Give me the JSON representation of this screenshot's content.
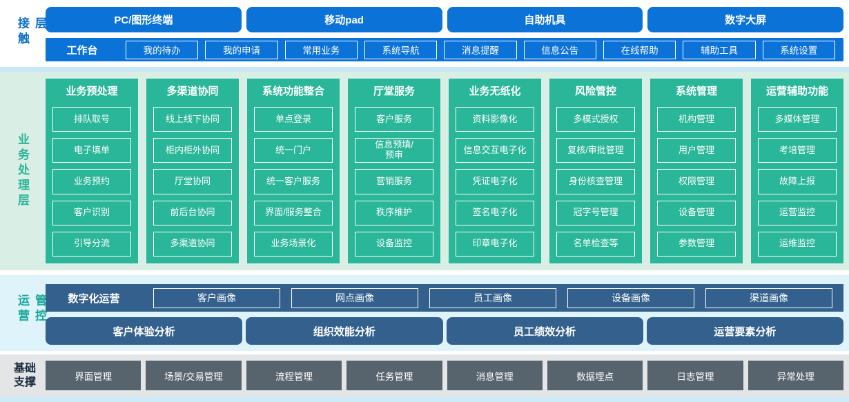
{
  "colors": {
    "accent_blue": "#0b72d8",
    "teal_green": "#2ab698",
    "dark_blue": "#33608c",
    "slate_gray": "#57646e",
    "business_bg": "#d9eee5",
    "ops_bg": "#def3fa",
    "base_bg": "#e3e5e7"
  },
  "contact": {
    "label": "接触层",
    "channels": [
      "PC/图形终端",
      "移动pad",
      "自助机具",
      "数字大屏"
    ],
    "workbench": {
      "label": "工作台",
      "items": [
        "我的待办",
        "我的申请",
        "常用业务",
        "系统导航",
        "消息提醒",
        "信息公告",
        "在线帮助",
        "辅助工具",
        "系统设置"
      ]
    }
  },
  "business": {
    "label": "业务处理层",
    "columns": [
      {
        "title": "业务预处理",
        "items": [
          "排队取号",
          "电子填单",
          "业务预约",
          "客户识别",
          "引导分流"
        ]
      },
      {
        "title": "多渠道协同",
        "items": [
          "线上线下协同",
          "柜内柜外协同",
          "厅堂协同",
          "前后台协同",
          "多渠道协同"
        ]
      },
      {
        "title": "系统功能整合",
        "items": [
          "单点登录",
          "统一门户",
          "统一客户服务",
          "界面/服务整合",
          "业务场景化"
        ]
      },
      {
        "title": "厅堂服务",
        "items": [
          "客户服务",
          "信息预填/\n预审",
          "营销服务",
          "秩序维护",
          "设备监控"
        ]
      },
      {
        "title": "业务无纸化",
        "items": [
          "资料影像化",
          "信息交互电子化",
          "凭证电子化",
          "签名电子化",
          "印章电子化"
        ]
      },
      {
        "title": "风险管控",
        "items": [
          "多模式授权",
          "复核/审批管理",
          "身份核查管理",
          "冠字号管理",
          "名单检查等"
        ]
      },
      {
        "title": "系统管理",
        "items": [
          "机构管理",
          "用户管理",
          "权限管理",
          "设备管理",
          "参数管理"
        ]
      },
      {
        "title": "运营辅助功能",
        "items": [
          "多媒体管理",
          "考培管理",
          "故障上报",
          "运营监控",
          "运维监控"
        ]
      }
    ]
  },
  "operations": {
    "label": "运营管控",
    "digital": {
      "label": "数字化运营",
      "items": [
        "客户画像",
        "网点画像",
        "员工画像",
        "设备画像",
        "渠道画像"
      ]
    },
    "analysis": [
      "客户体验分析",
      "组织效能分析",
      "员工绩效分析",
      "运营要素分析"
    ]
  },
  "foundation": {
    "label": "基础\n支撑",
    "items": [
      "界面管理",
      "场景/交易管理",
      "流程管理",
      "任务管理",
      "消息管理",
      "数据埋点",
      "日志管理",
      "异常处理"
    ]
  }
}
